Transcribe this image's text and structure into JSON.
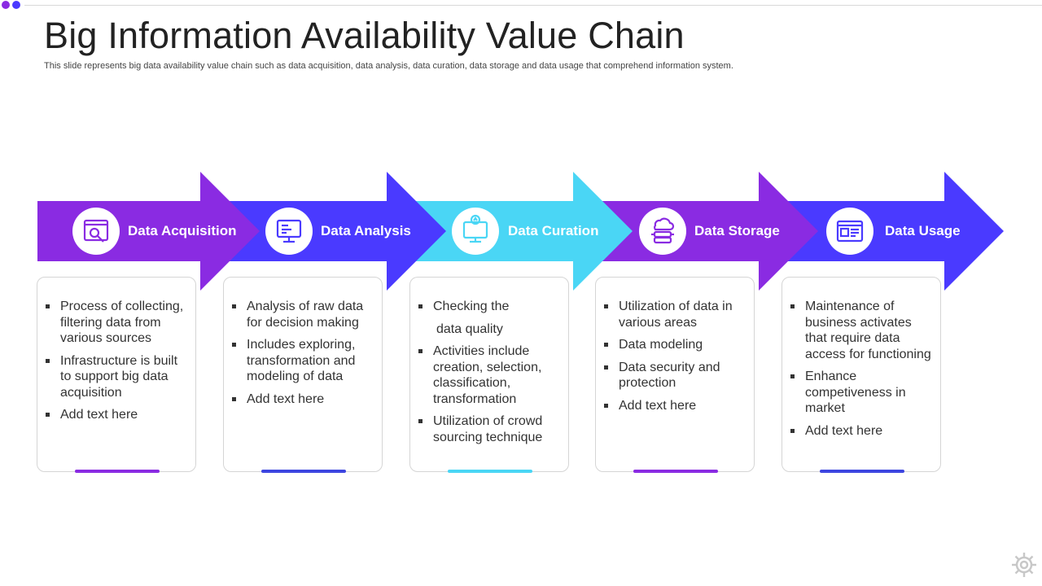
{
  "title": "Big Information Availability Value Chain",
  "subtitle": "This slide represents big data availability value chain  such as data acquisition, data analysis, data curation, data storage and data usage that comprehend information system.",
  "colors": {
    "purple": "#8a2be2",
    "blue": "#4a3aff",
    "cyan": "#4ad6f5"
  },
  "stages": [
    {
      "label": "Data Acquisition",
      "icon": "browser-search-icon",
      "color": "#8a2be2",
      "bullets": [
        "Process of collecting, filtering data from various sources",
        "Infrastructure  is built to support big data acquisition",
        "Add text here"
      ]
    },
    {
      "label": "Data Analysis",
      "icon": "monitor-chart-icon",
      "color": "#4a3aff",
      "bullets": [
        "Analysis of raw data for decision making",
        "Includes exploring, transformation and modeling of data",
        "Add text here"
      ]
    },
    {
      "label": "Data Curation",
      "icon": "monitor-thumbsup-icon",
      "color": "#4ad6f5",
      "bullets": [
        "Checking the",
        "data quality",
        "Activities include creation, selection, classification, transformation",
        "Utilization of crowd sourcing technique"
      ]
    },
    {
      "label": "Data Storage",
      "icon": "cloud-server-icon",
      "color": "#8a2be2",
      "bullets": [
        "Utilization of data in various areas",
        "Data modeling",
        "Data security and protection",
        "Add text here"
      ]
    },
    {
      "label": "Data Usage",
      "icon": "dashboard-window-icon",
      "color": "#4a3aff",
      "bullets": [
        "Maintenance of business activates that require data access for functioning",
        "Enhance competiveness in market",
        "Add text here"
      ]
    }
  ]
}
